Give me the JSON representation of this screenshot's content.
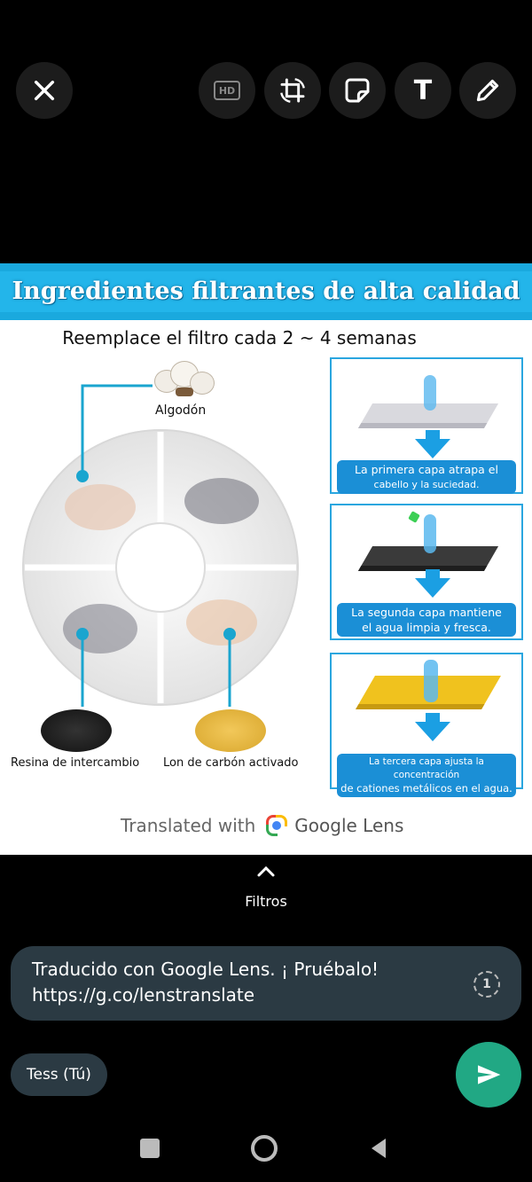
{
  "toolbar": {
    "close": "close-icon",
    "hd_label": "HD",
    "crop": "crop-rotate-icon",
    "sticker": "sticker-icon",
    "text_label": "T",
    "draw": "pencil-icon"
  },
  "image": {
    "banner_title": "Ingredientes filtrantes de alta calidad",
    "subtitle": "Reemplace el filtro cada 2 ~ 4 semanas",
    "cotton_label": "Algodón",
    "resin_label": "Resina de intercambio",
    "carbon_label": "Lon de carbón activado",
    "layers": [
      {
        "line1": "La primera capa atrapa el",
        "line2": "cabello y la suciedad."
      },
      {
        "line1": "La segunda capa mantiene",
        "line2": "el agua limpia y fresca."
      },
      {
        "line1": "La tercera capa ajusta la concentración",
        "line2": "de cationes metálicos en el agua."
      }
    ],
    "watermark_prefix": "Translated with",
    "watermark_brand": "Google Lens"
  },
  "filters": {
    "label": "Filtros"
  },
  "message": {
    "line1": "Traducido con Google Lens. ¡ Pruébalo!",
    "line2": "https://g.co/lenstranslate",
    "view_once": "1"
  },
  "recipient": {
    "label": "Tess (Tú)"
  },
  "colors": {
    "send": "#21a884",
    "banner": "#23b5ea",
    "input_bg": "#2b3a43"
  }
}
